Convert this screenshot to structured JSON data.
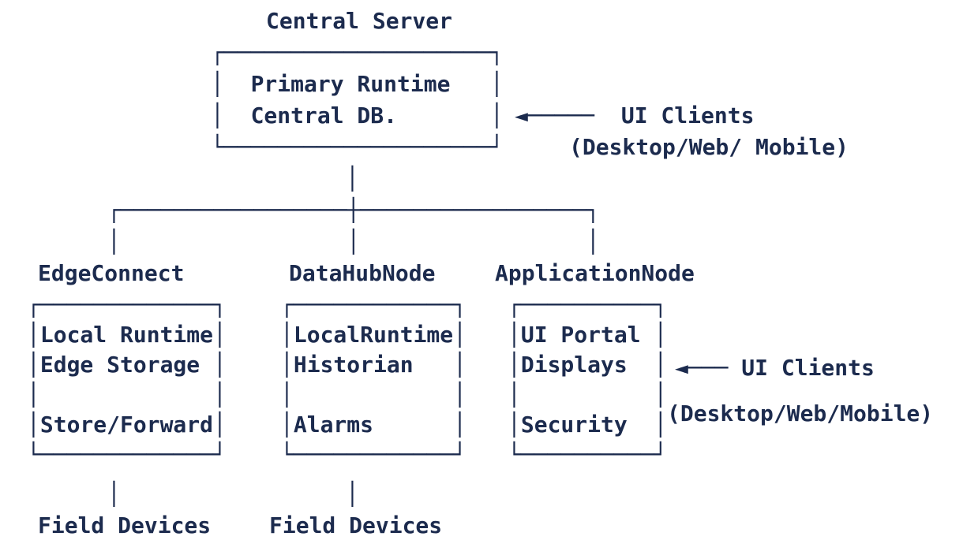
{
  "colors": {
    "ink": "#1c2b4e",
    "background": "#ffffff"
  },
  "central_server": {
    "title": "Central Server",
    "box": [
      "┌────────────────────┐",
      "│  Primary Runtime   │",
      "│  Central DB.       │",
      "└────────────────────┘"
    ]
  },
  "ui_clients_top": {
    "arrow_label": "◄─────  UI Clients",
    "note": "(Desktop/Web/ Mobile)"
  },
  "ui_clients_side": {
    "arrow_label": "◄─── UI Clients",
    "note": "(Desktop/Web/Mobile)"
  },
  "connectors": {
    "stem": "│",
    "branch": "┌─────────────────┼─────────────────┐",
    "drops": "│                 │                 │",
    "edge_field_link": "│",
    "hub_field_link": "│"
  },
  "nodes": {
    "edge": {
      "label": "EdgeConnect",
      "box": [
        "┌─────────────┐",
        "│Local Runtime│",
        "│Edge Storage │",
        "│             │",
        "│Store/Forward│",
        "└─────────────┘"
      ],
      "footer": "Field Devices"
    },
    "hub": {
      "label": "DataHubNode",
      "box": [
        "┌────────────┐",
        "│LocalRuntime│",
        "│Historian   │",
        "│            │",
        "│Alarms      │",
        "└────────────┘"
      ],
      "footer": "Field Devices"
    },
    "app": {
      "label": "ApplicationNode",
      "box": [
        "┌──────────┐",
        "│UI Portal │",
        "│Displays  │",
        "│          │",
        "│Security  │",
        "└──────────┘"
      ]
    }
  }
}
